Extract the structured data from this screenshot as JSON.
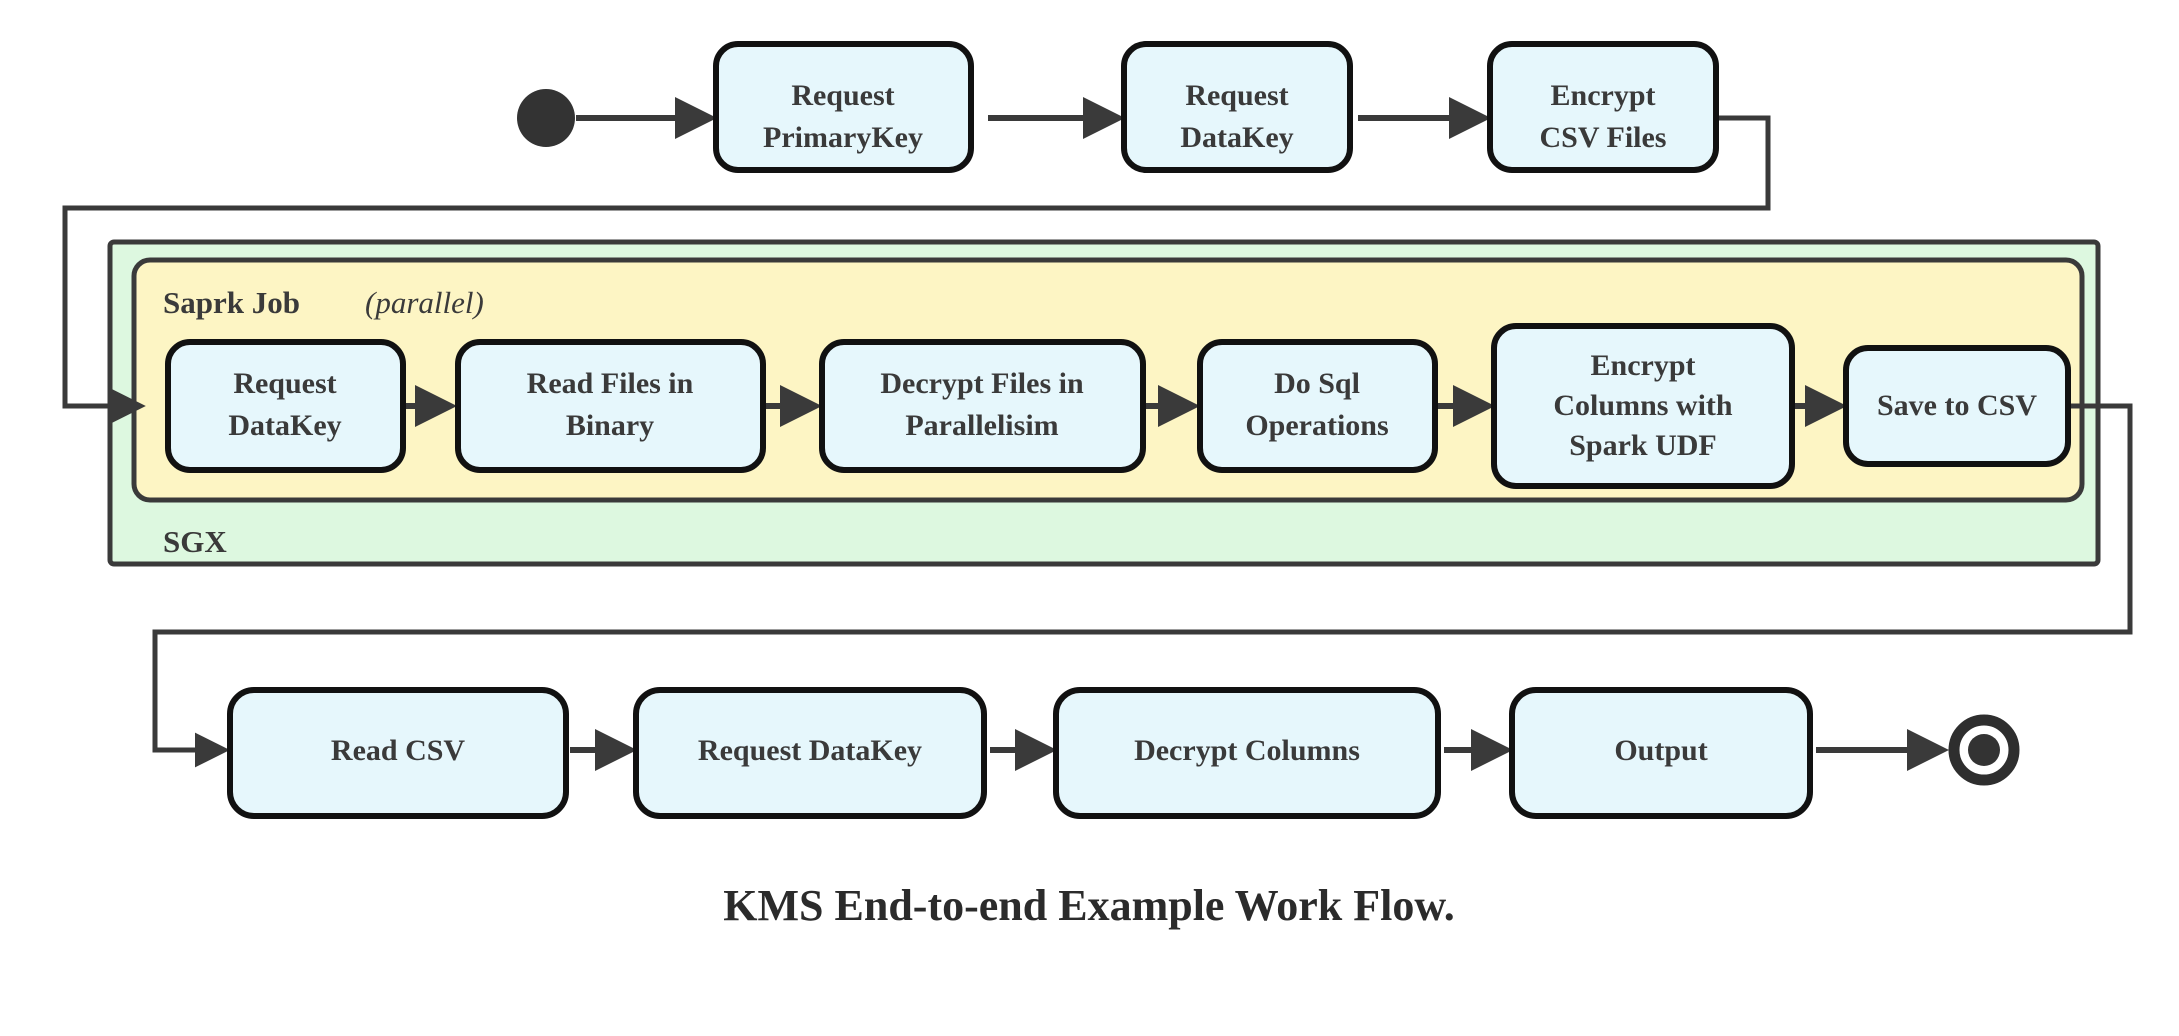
{
  "caption": "KMS End-to-end Example Work Flow.",
  "colors": {
    "node_fill": "#e6f7fc",
    "node_stroke": "#111111",
    "sgx_fill": "#ddf8e0",
    "spark_fill": "#fdf5c4",
    "group_stroke": "#3a3a3a",
    "edge": "#3a3a3a",
    "start_node": "#333333",
    "text": "#3a3a3a",
    "background": "#ffffff"
  },
  "start_node": {
    "name": "initial-state"
  },
  "end_node": {
    "name": "final-state"
  },
  "groups": {
    "sgx": {
      "label": "SGX"
    },
    "spark": {
      "label_bold": "Saprk Job",
      "label_italic": "(parallel)"
    }
  },
  "rows": {
    "top": {
      "nodes": [
        {
          "id": "request-primarykey",
          "lines": [
            "Request",
            "PrimaryKey"
          ]
        },
        {
          "id": "request-datakey-top",
          "lines": [
            "Request",
            "DataKey"
          ]
        },
        {
          "id": "encrypt-csv-files",
          "lines": [
            "Encrypt",
            "CSV Files"
          ]
        }
      ]
    },
    "spark": {
      "nodes": [
        {
          "id": "request-datakey-spark",
          "lines": [
            "Request",
            "DataKey"
          ]
        },
        {
          "id": "read-files-in-binary",
          "lines": [
            "Read Files in",
            "Binary"
          ]
        },
        {
          "id": "decrypt-files-in-parallelisim",
          "lines": [
            "Decrypt Files in",
            "Parallelisim"
          ]
        },
        {
          "id": "do-sql-operations",
          "lines": [
            "Do Sql",
            "Operations"
          ]
        },
        {
          "id": "encrypt-columns-with-spark-udf",
          "lines": [
            "Encrypt",
            "Columns with",
            "Spark UDF"
          ]
        },
        {
          "id": "save-to-csv",
          "lines": [
            "Save to CSV"
          ]
        }
      ]
    },
    "bottom": {
      "nodes": [
        {
          "id": "read-csv",
          "lines": [
            "Read CSV"
          ]
        },
        {
          "id": "request-datakey-bottom",
          "lines": [
            "Request DataKey"
          ]
        },
        {
          "id": "decrypt-columns",
          "lines": [
            "Decrypt Columns"
          ]
        },
        {
          "id": "output",
          "lines": [
            "Output"
          ]
        }
      ]
    }
  },
  "flow_sequence": [
    "initial-state",
    "Request PrimaryKey",
    "Request DataKey",
    "Encrypt CSV Files",
    "Request DataKey",
    "Read Files in Binary",
    "Decrypt Files in Parallelisim",
    "Do Sql Operations",
    "Encrypt Columns with Spark UDF",
    "Save to CSV",
    "Read CSV",
    "Request DataKey",
    "Decrypt Columns",
    "Output",
    "final-state"
  ]
}
